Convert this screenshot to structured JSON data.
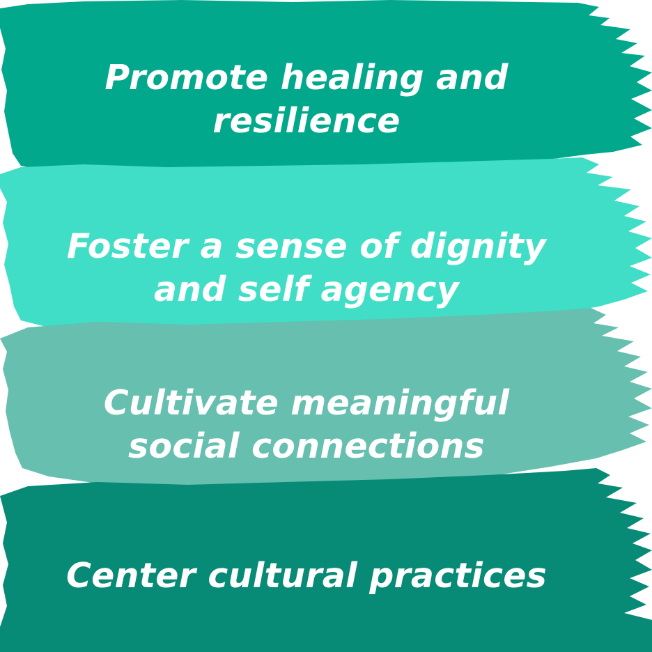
{
  "colors": {
    "stroke_1": "#02A88C",
    "stroke_2": "#40DEC6",
    "stroke_3": "#66BFAF",
    "stroke_4": "#078A76",
    "text": "#FFFFFF",
    "background": "#FFFFFF"
  },
  "items": [
    {
      "text": "Promote healing and resilience"
    },
    {
      "text": "Foster a sense of dignity and self agency"
    },
    {
      "text": "Cultivate meaningful social connections"
    },
    {
      "text": "Center cultural practices"
    }
  ]
}
